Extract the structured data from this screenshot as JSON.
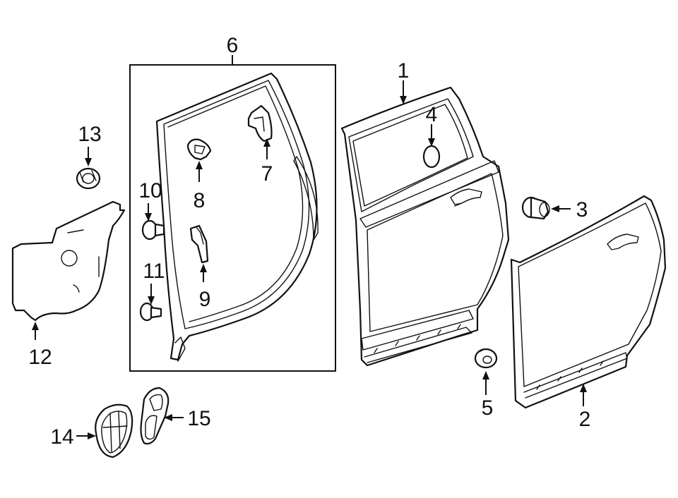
{
  "callouts": {
    "c1": "1",
    "c2": "2",
    "c3": "3",
    "c4": "4",
    "c5": "5",
    "c6": "6",
    "c7": "7",
    "c8": "8",
    "c9": "9",
    "c10": "10",
    "c11": "11",
    "c12": "12",
    "c13": "13",
    "c14": "14",
    "c15": "15"
  },
  "colors": {
    "line": "#111111",
    "background": "#ffffff"
  }
}
